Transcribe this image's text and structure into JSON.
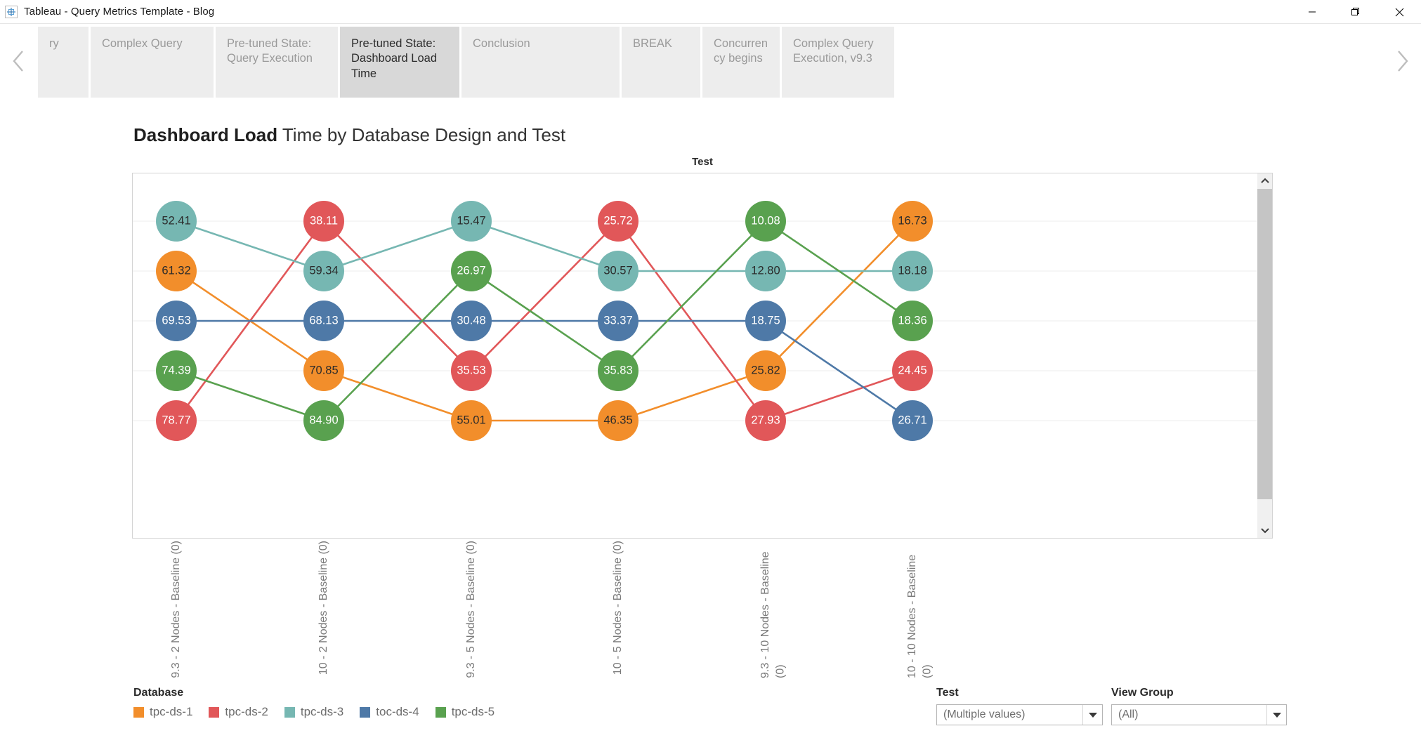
{
  "window": {
    "title": "Tableau - Query Metrics Template - Blog",
    "app_icon": "tableau-icon",
    "controls": [
      {
        "name": "minimize-button",
        "icon": "minimize-icon"
      },
      {
        "name": "restore-button",
        "icon": "restore-icon"
      },
      {
        "name": "close-button",
        "icon": "close-icon"
      }
    ]
  },
  "tabstrip": {
    "prev_arrow": "chevron-left-icon",
    "next_arrow": "chevron-right-icon",
    "tabs": [
      {
        "label": "ry",
        "active": false,
        "w": "w1"
      },
      {
        "label": "Complex Query",
        "active": false,
        "w": "w2"
      },
      {
        "label": "Pre-tuned State: Query Execution",
        "active": false,
        "w": "w3"
      },
      {
        "label": "Pre-tuned State: Dashboard Load Time",
        "active": true,
        "w": "w4"
      },
      {
        "label": "Conclusion",
        "active": false,
        "w": "w6"
      },
      {
        "label": "BREAK",
        "active": false,
        "w": "w7"
      },
      {
        "label": "Concurrency begins",
        "active": false,
        "w": "w8"
      },
      {
        "label": "Complex Query Execution, v9.3",
        "active": false,
        "w": "w9"
      }
    ]
  },
  "heading": {
    "bold": "Dashboard Load",
    "regular": " Time by Database Design and Test"
  },
  "chart_data": {
    "type": "line",
    "title": "Dashboard Load Time by Database Design and Test",
    "column_header": "Test",
    "xlabel": "",
    "ylabel": "",
    "ylim": [
      0,
      92
    ],
    "grid": true,
    "legend_position": "bottom-left",
    "legend_title": "Database",
    "categories": [
      "9.3 - 2 Nodes - Baseline (0)",
      "10 - 2 Nodes - Baseline (0)",
      "9.3 - 5 Nodes - Baseline (0)",
      "10 - 5 Nodes - Baseline (0)",
      "9.3 - 10 Nodes - Baseline (0)",
      "10 - 10 Nodes - Baseline (0)"
    ],
    "series": [
      {
        "name": "tpc-ds-1",
        "color": "#f28e2b",
        "values": [
          61.32,
          70.85,
          55.01,
          46.35,
          25.82,
          16.73
        ]
      },
      {
        "name": "tpc-ds-2",
        "color": "#e15759",
        "values": [
          78.77,
          38.11,
          35.53,
          25.72,
          27.93,
          24.45
        ]
      },
      {
        "name": "tpc-ds-3",
        "color": "#76b7b2",
        "values": [
          52.41,
          59.34,
          15.47,
          30.57,
          12.8,
          18.18
        ]
      },
      {
        "name": "toc-ds-4",
        "color": "#4e79a7",
        "values": [
          69.53,
          68.13,
          30.48,
          33.37,
          18.75,
          26.71
        ]
      },
      {
        "name": "tpc-ds-5",
        "color": "#59a14f",
        "values": [
          74.39,
          84.9,
          26.97,
          35.83,
          10.08,
          18.36
        ]
      }
    ]
  },
  "scrollbar": {
    "up_icon": "chevron-up-icon",
    "down_icon": "chevron-down-icon"
  },
  "filters": [
    {
      "name": "test-filter",
      "title": "Test",
      "value": "(Multiple values)",
      "icon": "dropdown-caret-icon"
    },
    {
      "name": "view-group-filter",
      "title": "View Group",
      "value": "(All)",
      "icon": "dropdown-caret-icon"
    }
  ]
}
